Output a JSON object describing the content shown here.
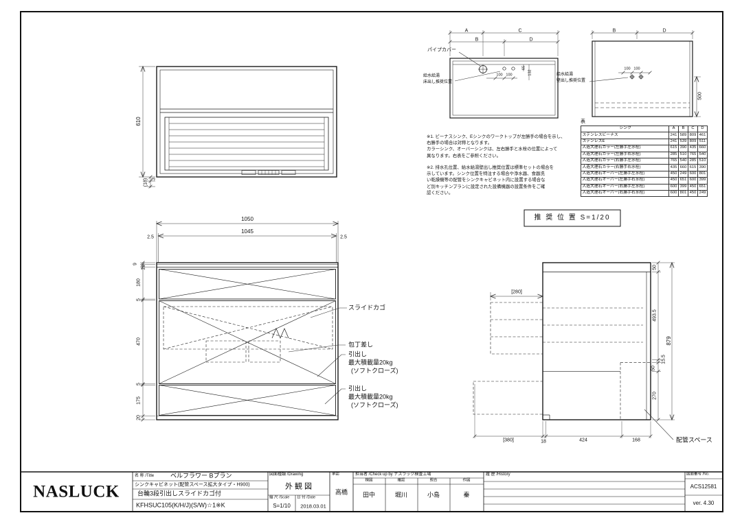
{
  "plan_view": {
    "d610": "610",
    "d18": "(18)",
    "d3": "3"
  },
  "front_view": {
    "d1050": "1050",
    "d1045": "1045",
    "d25l": "2.5",
    "d25r": "2.5",
    "chain": [
      "9",
      "15",
      "180",
      "5",
      "470",
      "5",
      "175",
      "20"
    ],
    "slide_basket": "スライドカゴ",
    "knife_holder": "包丁差し",
    "drawer": "引出し",
    "max_load": "最大積載量20kg",
    "soft_close": "(ソフトクローズ)"
  },
  "side_view": {
    "d280": "[280]",
    "d50_top": "50",
    "d493_5": "493.5",
    "d15_5": "15.5",
    "d50_mid": "50",
    "d270": "270",
    "d879": "879",
    "d380": "[380]",
    "d18": "18",
    "d424": "424",
    "d168": "168",
    "pipe_space": "配管スペース"
  },
  "floor_plan": {
    "dA": "A",
    "dB": "B",
    "dC": "C",
    "dD": "D",
    "d100a": "100",
    "d100b": "100",
    "d65": "65",
    "d132": "132",
    "pipe_cover": "パイプカバー",
    "label": "給水給湯\n床出し推奨位置"
  },
  "wall_plan": {
    "dB": "B",
    "dD": "D",
    "d100a": "100",
    "d100b": "100",
    "d500": "500",
    "label": "給水給湯\n壁出し推奨位置"
  },
  "recommend_box": "推 奨 位 置  S=1/20",
  "notes": {
    "n1": "※1. ビーナスシンク、Eシンクのワークトップが左勝手の場合を示し、\n右勝手の場合は対称となります。\nカラーシンク、オーバーシンクは、左右勝手と水栓の位置によって\n異なります。右表をご参照ください。",
    "n2": "※2. 排水孔位置、給水給湯壁出し推奨位置は標準セットの場合を\n示しています。シンク位置を特注する場合や浄水器、食器洗\nい乾燥機等の配管をシンクキャビネット内に設置する場合な\nど別キッチンプランに設定された設備機器の設置条件をご確\n認ください。"
  },
  "table": {
    "caption": "表",
    "sink": "シンク",
    "cols": [
      "A",
      "B",
      "C",
      "D"
    ],
    "rows": [
      [
        "ステンレスビーナス",
        "241",
        "589",
        "809",
        "461"
      ],
      [
        "ステンレスE",
        "241",
        "539",
        "809",
        "511"
      ],
      [
        "人造大理石カラー(左勝手左水栓)",
        "615",
        "390",
        "435",
        "660"
      ],
      [
        "人造大理石カラー(左勝手右水栓)",
        "285",
        "510",
        "765",
        "540"
      ],
      [
        "人造大理石カラー(右勝手左水栓)",
        "765",
        "540",
        "285",
        "510"
      ],
      [
        "人造大理石カラー(右勝手右水栓)",
        "435",
        "660",
        "615",
        "390"
      ],
      [
        "人造大理石オーバー(左勝手左水栓)",
        "450",
        "249",
        "600",
        "801"
      ],
      [
        "人造大理石オーバー(左勝手右水栓)",
        "450",
        "651",
        "600",
        "399"
      ],
      [
        "人造大理石オーバー(右勝手左水栓)",
        "600",
        "399",
        "450",
        "651"
      ],
      [
        "人造大理石オーバー(右勝手右水栓)",
        "600",
        "801",
        "450",
        "249"
      ]
    ]
  },
  "titleblock": {
    "logo": "NASLUCK",
    "name_label": "名 称 /Title",
    "product_name": "ベルフラワー Bプラン",
    "product_sub": "シンクキャビネット(配管スペース拡大タイプ・H900)",
    "product_line": "台輪3段引出しスライドカゴ付",
    "model": "KFHSUC105(K/H/J)(S/W)☆1※K",
    "drawing_label": "図面種類 /Drawing",
    "drawing_type": "外観図",
    "scale_label": "縮 尺 /Scale",
    "scale": "S=1/10",
    "date_label": "日 付 /Date",
    "date": "2018.03.01",
    "approve_label": "承認",
    "approver": "高橋",
    "check_label": "担当者 /Check up by ナスラック検査工場",
    "roles": [
      "検図",
      "確認",
      "照合",
      "作図"
    ],
    "names": [
      "田中",
      "堀川",
      "小島",
      "秦"
    ],
    "history_label": "履 歴 /History",
    "no_label": "図面番号 /No.",
    "drawing_no": "ACS12581",
    "version": "ver. 4.30"
  }
}
